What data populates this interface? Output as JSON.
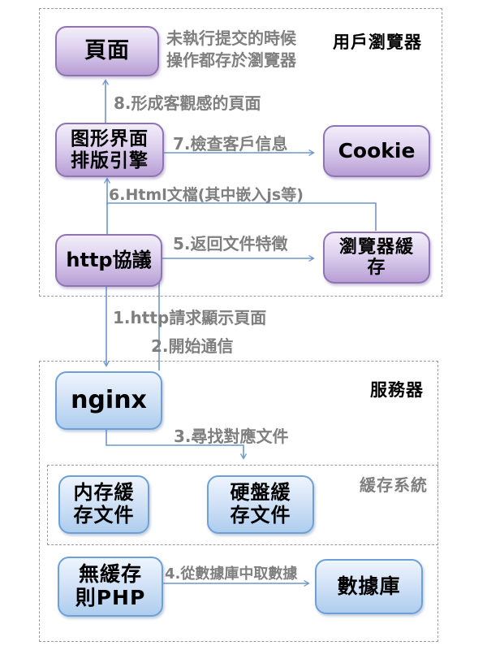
{
  "diagram": {
    "browser_section": {
      "label": "用戶瀏覽器",
      "note_line1": "未執行提交的時候",
      "note_line2": "操作都存於瀏覽器"
    },
    "server_section": {
      "label": "服務器"
    },
    "cache_section": {
      "label": "緩存系統"
    },
    "nodes": {
      "page": {
        "label": "頁面"
      },
      "render_engine": {
        "line1": "图形界面",
        "line2": "排版引擎"
      },
      "cookie": {
        "label": "Cookie"
      },
      "http": {
        "label": "http協議"
      },
      "browser_cache": {
        "line1": "瀏覽器緩",
        "line2": "存"
      },
      "nginx": {
        "label": "nginx"
      },
      "memory_cache": {
        "line1": "内存緩",
        "line2": "存文件"
      },
      "disk_cache": {
        "line1": "硬盤緩",
        "line2": "存文件"
      },
      "php": {
        "line1": "無緩存",
        "line2": "則PHP"
      },
      "database": {
        "label": "數據庫"
      }
    },
    "edges": {
      "e1": "1.http請求顯示頁面",
      "e2": "2.開始通信",
      "e3": "3.尋找對應文件",
      "e4": "4.從數據庫中取數據",
      "e5": "5.返回文件特徵",
      "e6": "6.Html文檔(其中嵌入js等)",
      "e7": "7.檢查客戶信息",
      "e8": "8.形成客觀感的頁面"
    },
    "colors": {
      "arrow": "#6d96cb",
      "purple_border": "#8f74b3",
      "purple_fill_bottom": "#b79ed4",
      "blue_border": "#6ea0d8",
      "blue_fill_bottom": "#aecdee",
      "label_gray": "#7f7f7f",
      "dashed_border": "#9a9a9a"
    }
  }
}
